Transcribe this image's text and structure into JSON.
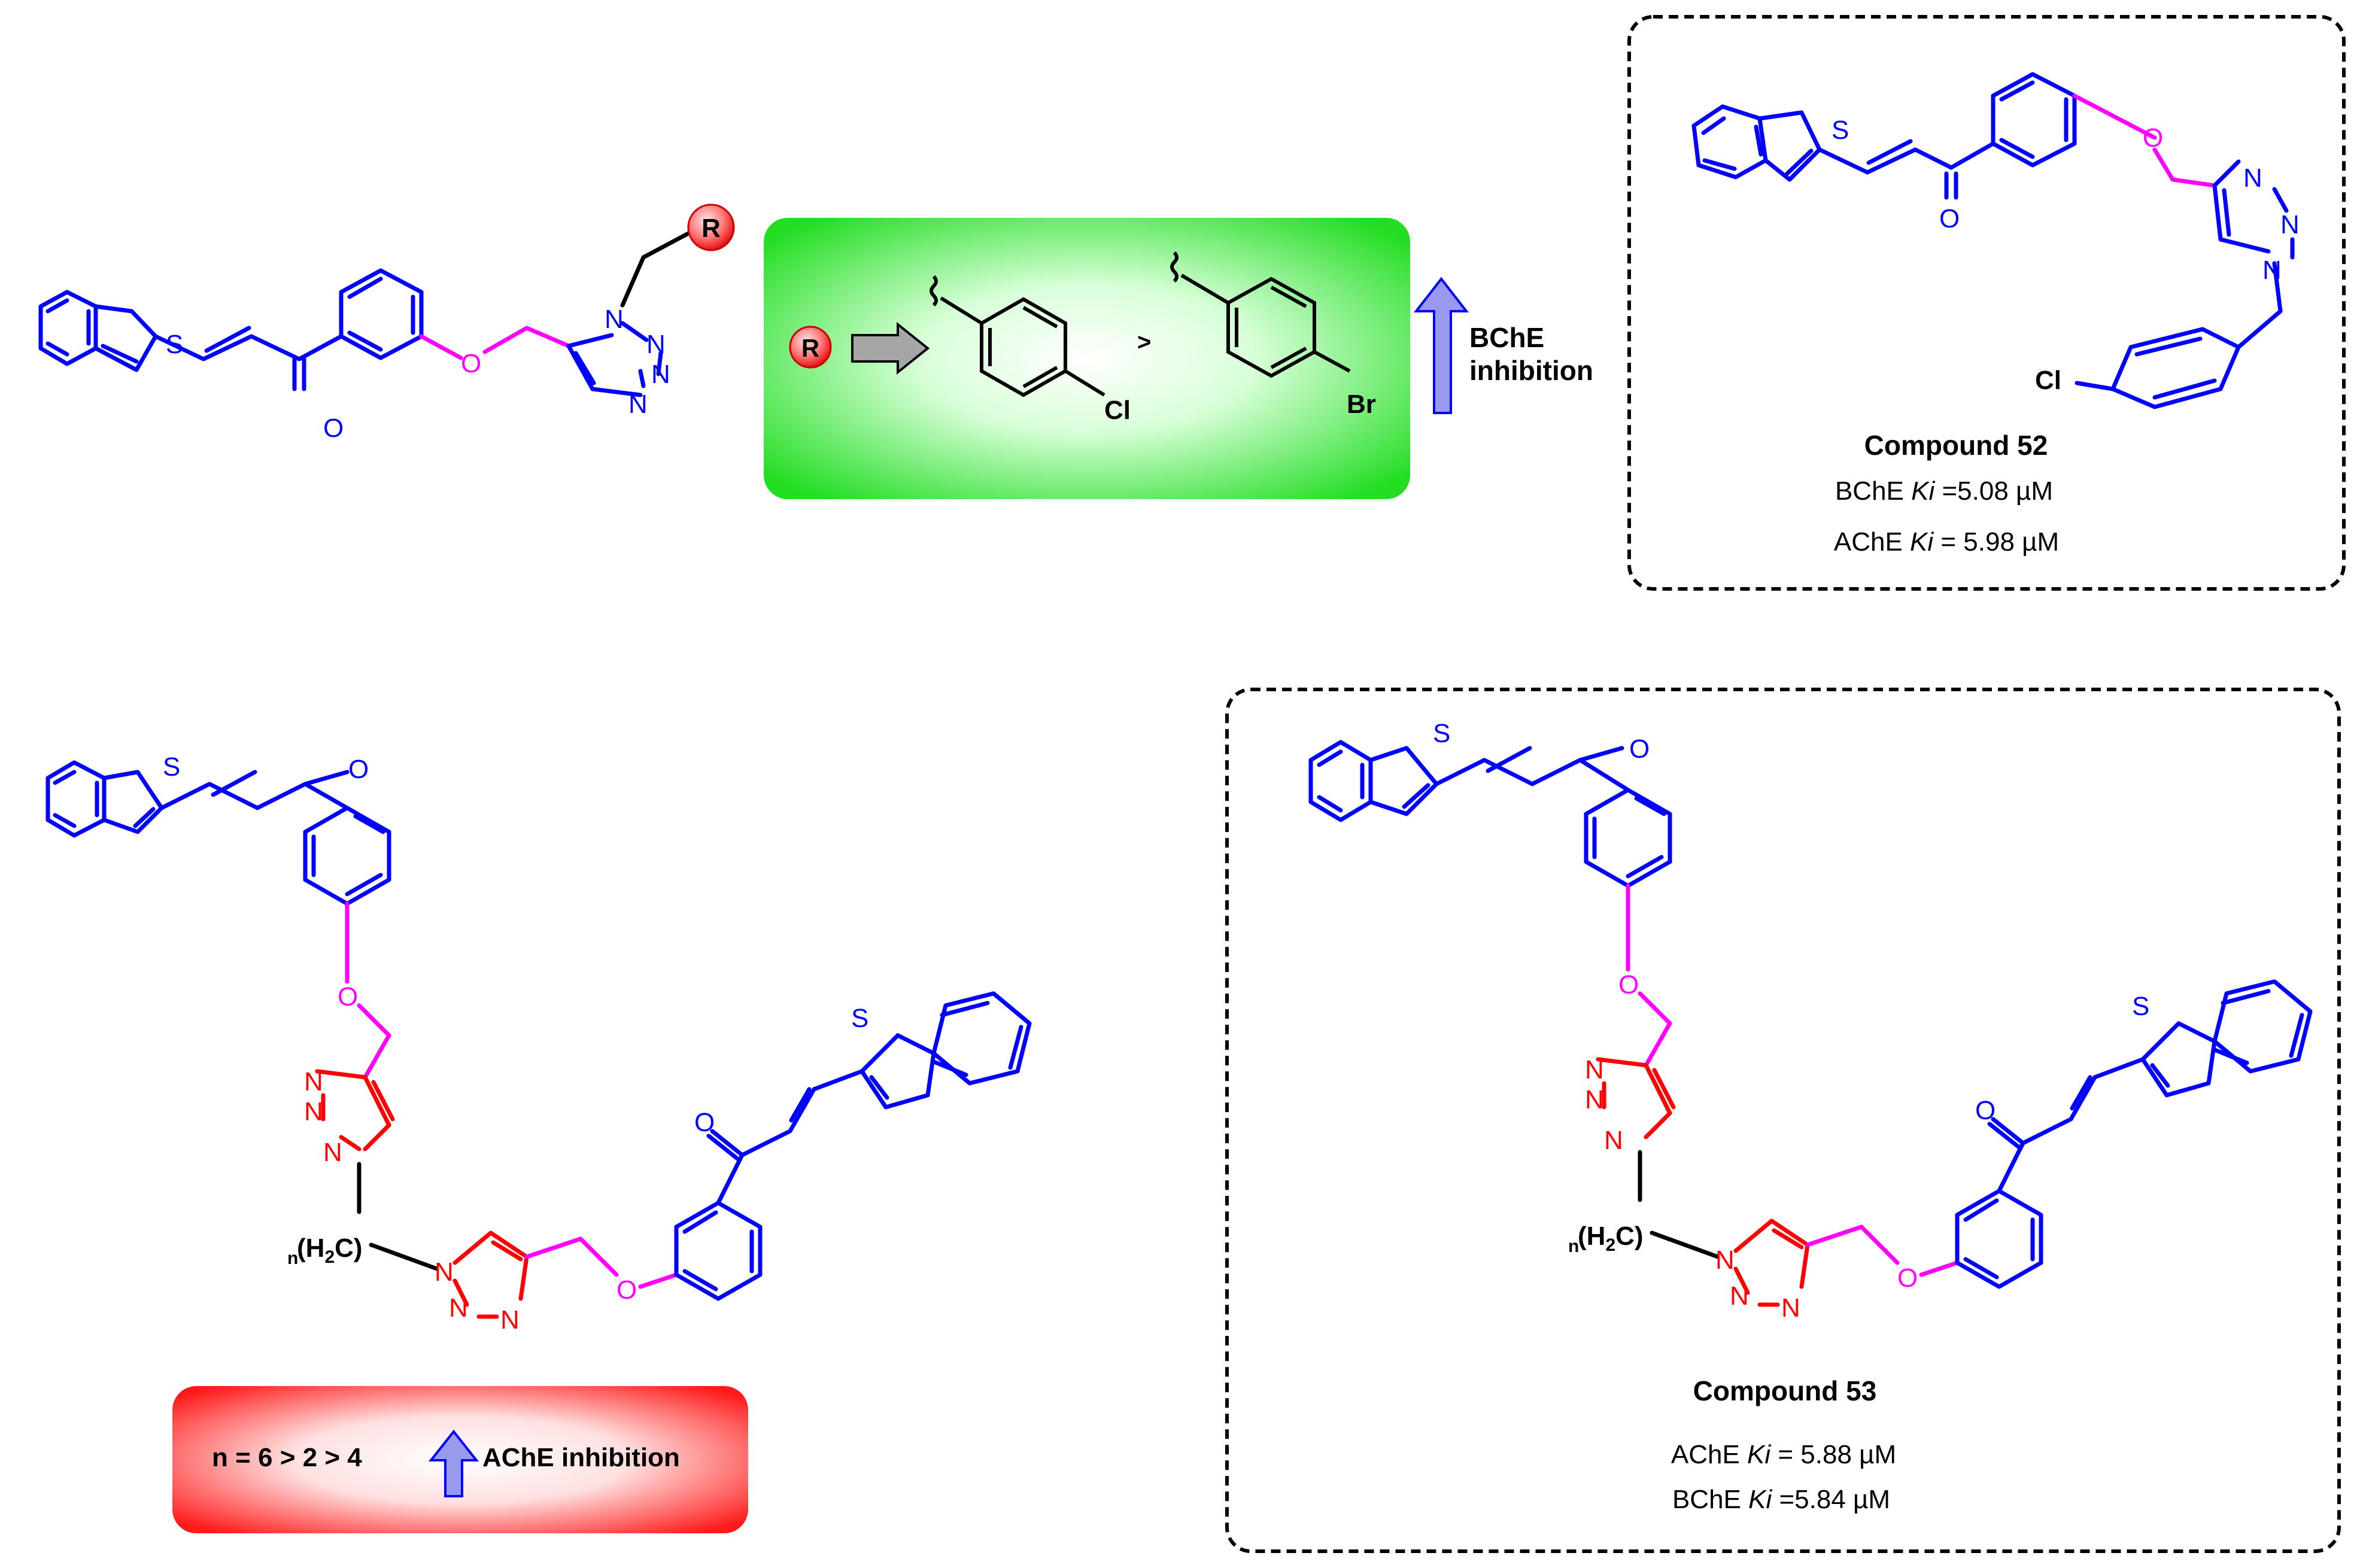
{
  "atoms": {
    "S": "S",
    "O": "O",
    "N": "N",
    "R": "R",
    "Cl": "Cl",
    "Br": "Br",
    "n_H2C_prefix": "n",
    "n_H2C": "(H",
    "n_H2C_sub": "2",
    "n_H2C_end": "C)"
  },
  "top_left": {
    "greater": ">",
    "label_line1": "BChE",
    "label_line2": "inhibition"
  },
  "compound52": {
    "title": "Compound  52",
    "line1_prefix": "BChE ",
    "line1_ki": "Ki",
    "line1_value": " =5.08 µM",
    "line2_prefix": "AChE ",
    "line2_ki": "Ki",
    "line2_value": " = 5.98 µM"
  },
  "bottom_left": {
    "label_prefix": "n = 6 > 2 > 4",
    "label_suffix": "AChE  inhibition"
  },
  "compound53": {
    "title": "Compound  53",
    "line1_prefix": "AChE ",
    "line1_ki": "Ki",
    "line1_value": " = 5.88 µM",
    "line2_prefix": "BChE ",
    "line2_ki": "Ki",
    "line2_value": " =5.84 µM"
  },
  "colors": {
    "chalcone": "#0000ff",
    "linker": "#ff00ff",
    "triazole_red": "#ff0000",
    "black": "#000000",
    "green_box": "#22dd22",
    "red_box": "#ff1a1a",
    "arrow_fill": "#9999ee"
  }
}
